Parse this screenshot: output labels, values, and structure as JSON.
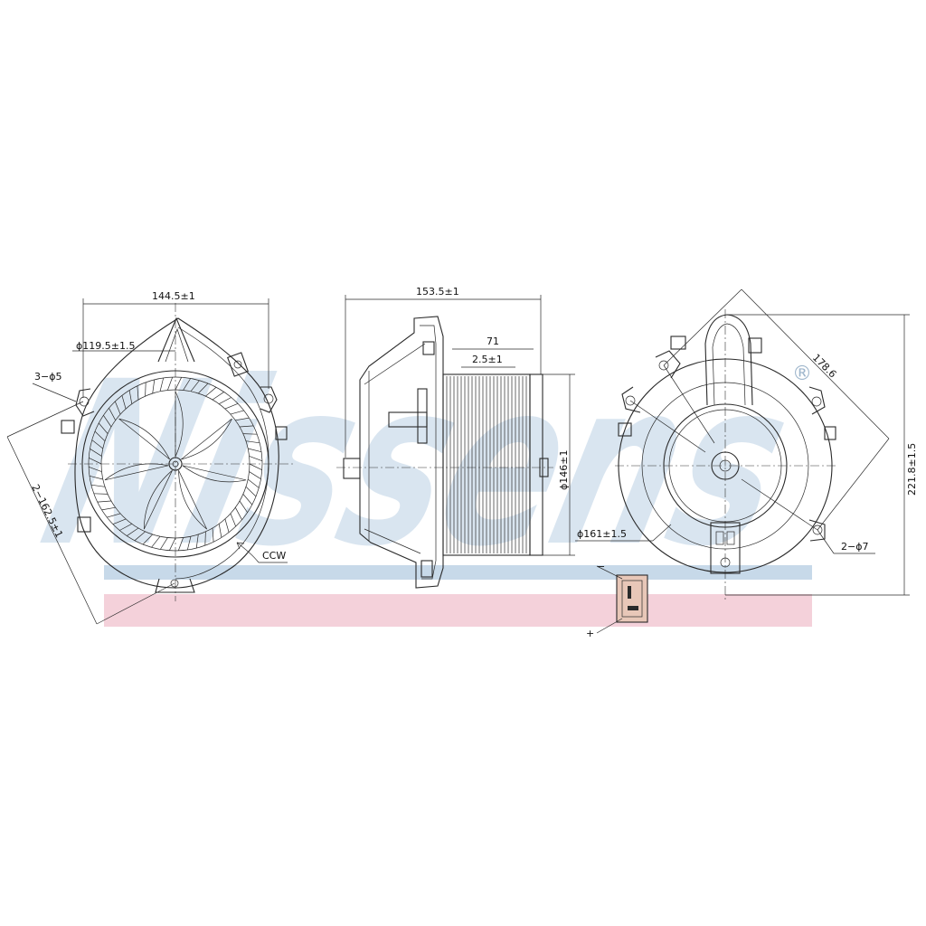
{
  "watermark": {
    "brand": "Nissens",
    "registered_mark": "®",
    "color_blue": "#b9cfe3",
    "color_red": "#f2c9d3"
  },
  "colors": {
    "line": "#2a2a2a",
    "connector_fill": "#e8c7b8"
  },
  "front_view": {
    "dim_width": "144.5±1",
    "dim_bore": "ϕ119.5±1.5",
    "dim_holes": "3−ϕ5",
    "dim_pitch": "2−162.5±1",
    "rotation": "CCW"
  },
  "side_view": {
    "dim_length": "153.5±1",
    "dim_wheel_length": "71",
    "dim_gap": "2.5±1",
    "dim_wheel_diameter": "ϕ146±1"
  },
  "rear_view": {
    "dim_diagonal": "178.6",
    "dim_height": "221.8±1.5",
    "dim_flange": "ϕ161±1.5",
    "dim_holes": "2−ϕ7"
  },
  "connector": {
    "minus": "−",
    "plus": "+"
  }
}
